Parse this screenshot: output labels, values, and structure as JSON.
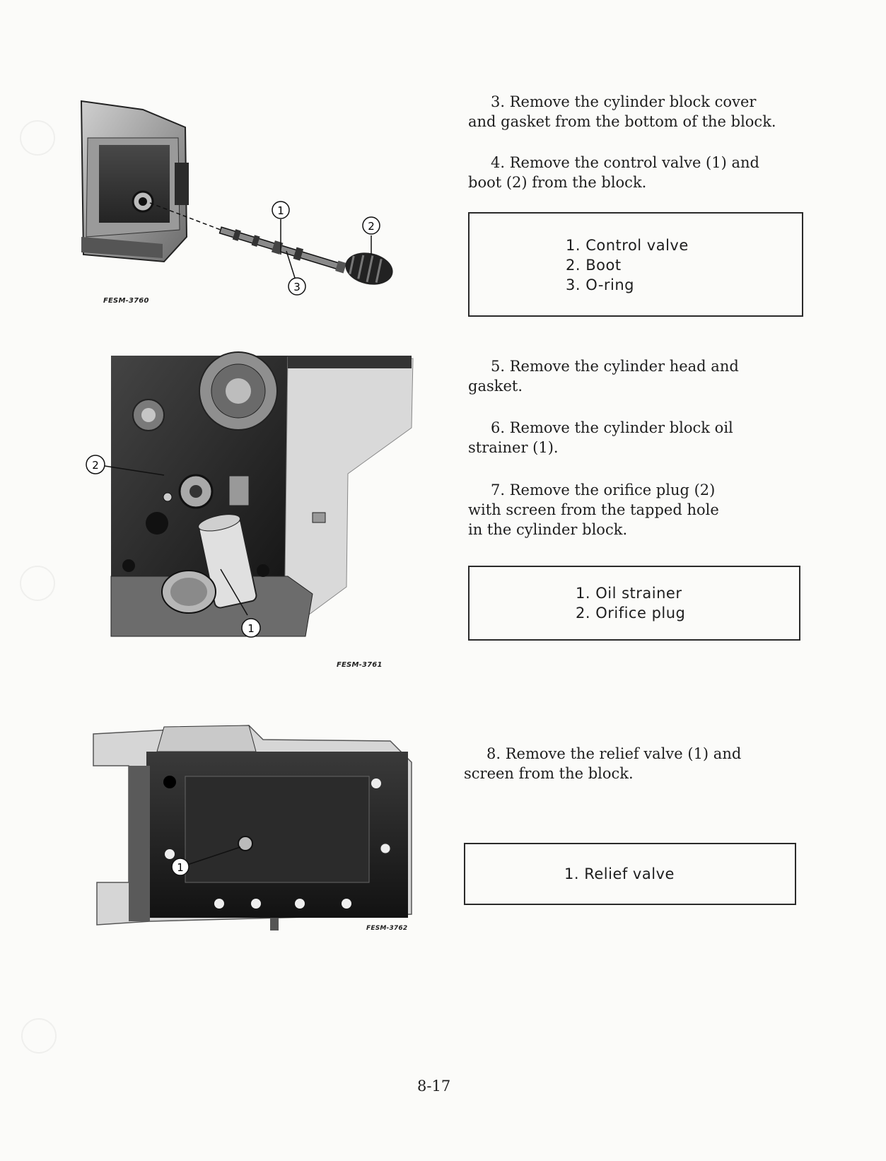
{
  "page_number": "8-17",
  "figures": [
    {
      "id": "FESM-3760",
      "caption": "FESM-3760",
      "callouts": [
        "1",
        "2",
        "3"
      ]
    },
    {
      "id": "FESM-3761",
      "caption": "FESM-3761",
      "callouts": [
        "1",
        "2"
      ]
    },
    {
      "id": "FESM-3762",
      "caption": "FESM-3762",
      "callouts": [
        "1"
      ]
    }
  ],
  "steps": [
    {
      "lines": [
        "3. Remove the cylinder block cover",
        "and gasket from the bottom of the block."
      ]
    },
    {
      "lines": [
        "4. Remove the control valve (1) and",
        "boot (2) from the block."
      ]
    },
    {
      "lines": [
        "5. Remove the cylinder head and",
        "gasket."
      ]
    },
    {
      "lines": [
        "6. Remove the cylinder block oil",
        "strainer (1)."
      ]
    },
    {
      "lines": [
        "7. Remove the orifice plug (2)",
        "with screen from the tapped hole",
        "in the cylinder block."
      ]
    },
    {
      "lines": [
        "8. Remove the relief valve (1) and",
        "screen from the block."
      ]
    }
  ],
  "legends": [
    {
      "items": [
        "1. Control valve",
        "2. Boot",
        "3. O-ring"
      ]
    },
    {
      "items": [
        "1. Oil strainer",
        "2. Orifice plug"
      ]
    },
    {
      "items": [
        "1. Relief valve"
      ]
    }
  ]
}
